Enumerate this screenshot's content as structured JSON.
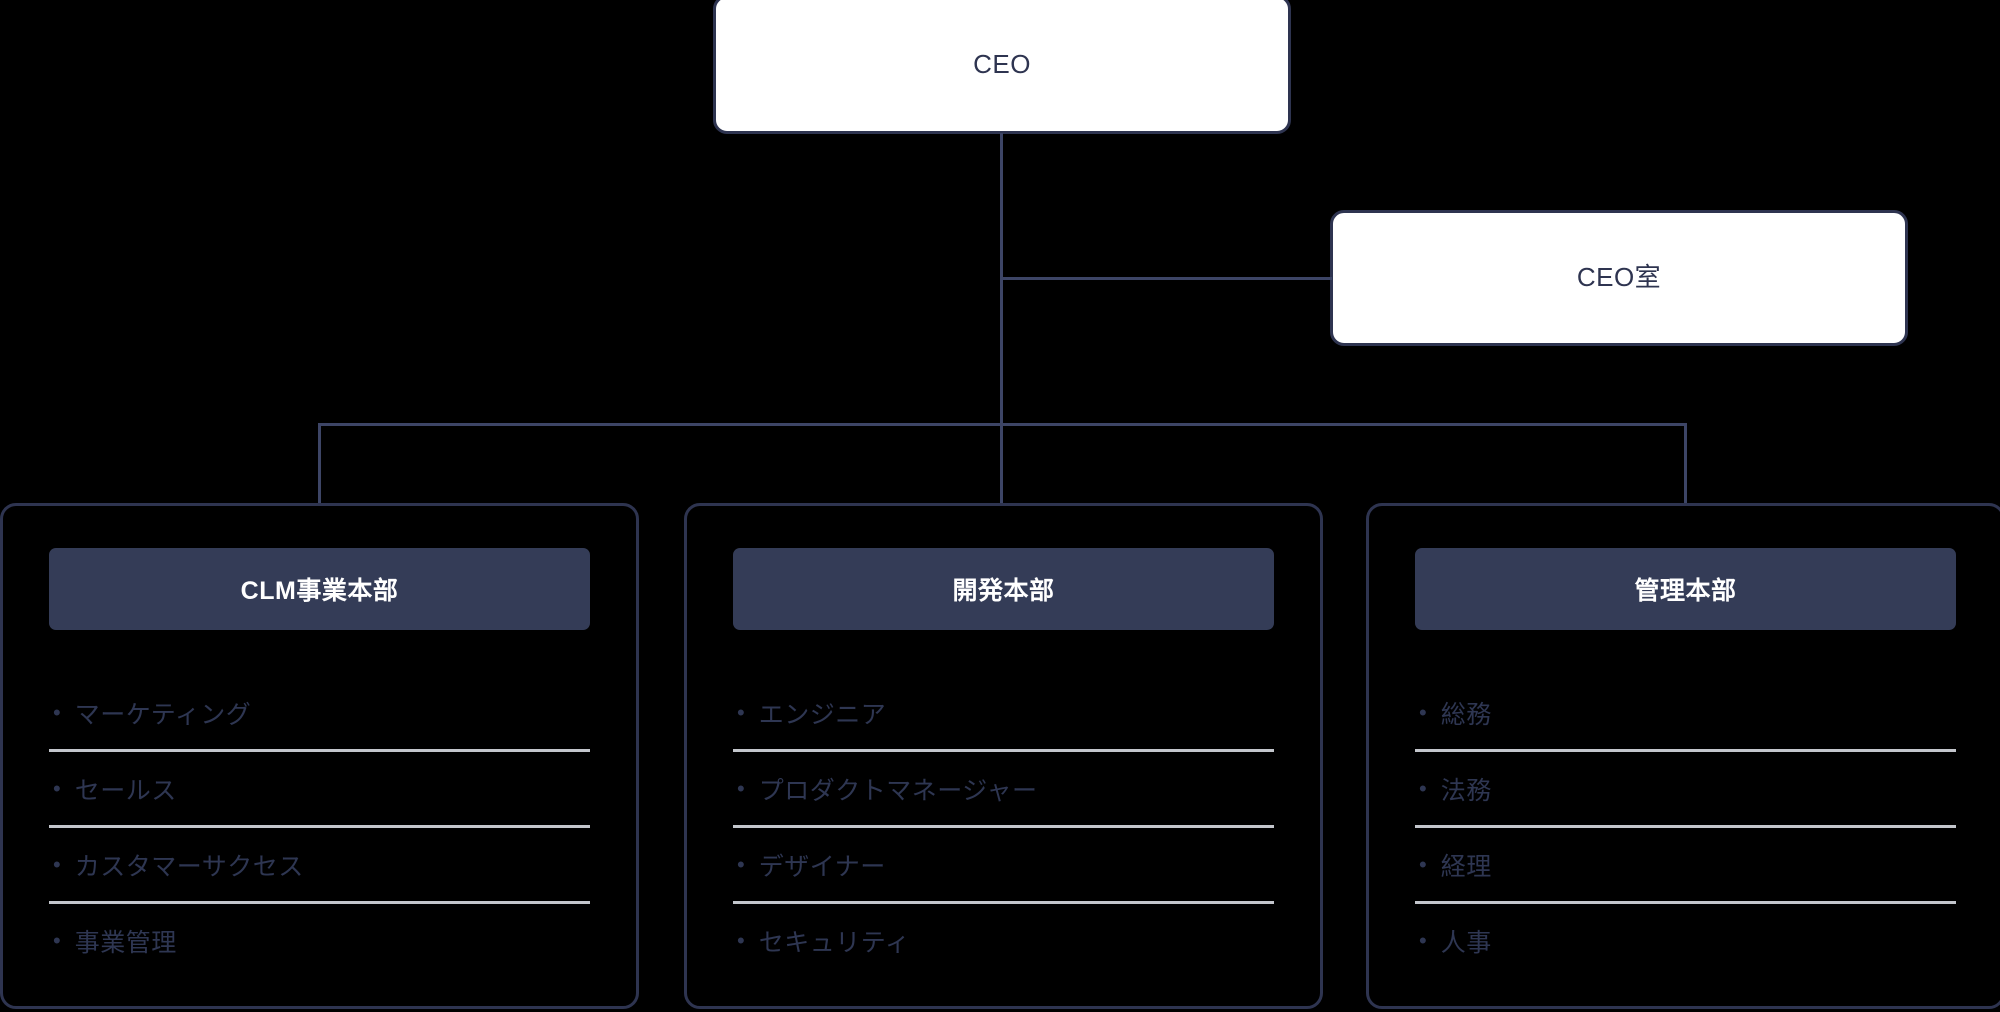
{
  "diagram": {
    "type": "organization-chart",
    "background_color": "#000000",
    "accent_color": "#343C57",
    "border_color": "#2E3450",
    "connector_color": "#3D4566",
    "separator_color": "#C3C6CC",
    "box_text_color": "#2E3450",
    "header_text_color": "#FFFFFF"
  },
  "top": {
    "ceo": {
      "label": "CEO"
    },
    "ceo_office": {
      "label": "CEO室"
    }
  },
  "departments": [
    {
      "title": "CLM事業本部",
      "bullet": "•",
      "items": [
        {
          "label": "マーケティング"
        },
        {
          "label": "セールス"
        },
        {
          "label": "カスタマーサクセス"
        },
        {
          "label": "事業管理"
        }
      ]
    },
    {
      "title": "開発本部",
      "bullet": "•",
      "items": [
        {
          "label": "エンジニア"
        },
        {
          "label": "プロダクトマネージャー"
        },
        {
          "label": "デザイナー"
        },
        {
          "label": "セキュリティ"
        }
      ]
    },
    {
      "title": "管理本部",
      "bullet": "•",
      "items": [
        {
          "label": "総務"
        },
        {
          "label": "法務"
        },
        {
          "label": "経理"
        },
        {
          "label": "人事"
        }
      ]
    }
  ]
}
